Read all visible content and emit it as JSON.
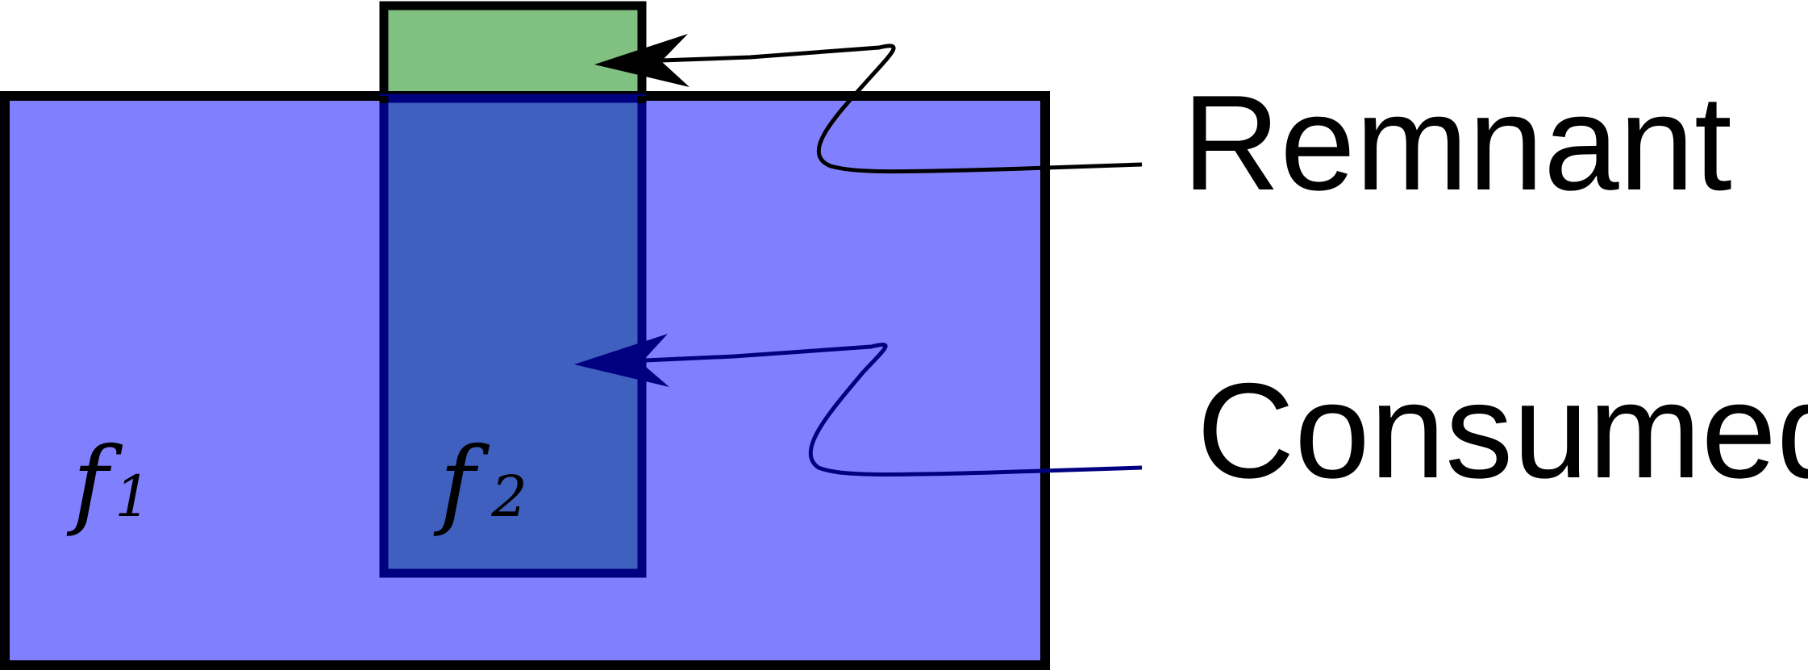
{
  "labels": {
    "remnant": "Remnant",
    "consumed": "Consumed"
  },
  "regions": {
    "f1": {
      "symbol": "f",
      "subscript": "1"
    },
    "f2": {
      "symbol": "f",
      "subscript": "2"
    }
  },
  "colors": {
    "large_box_fill": "#8080ff",
    "small_box_fill": "#4060c0",
    "remnant_fill": "#80c080",
    "dark_blue": "#000080",
    "black": "#000000",
    "background": "#ffffff"
  }
}
